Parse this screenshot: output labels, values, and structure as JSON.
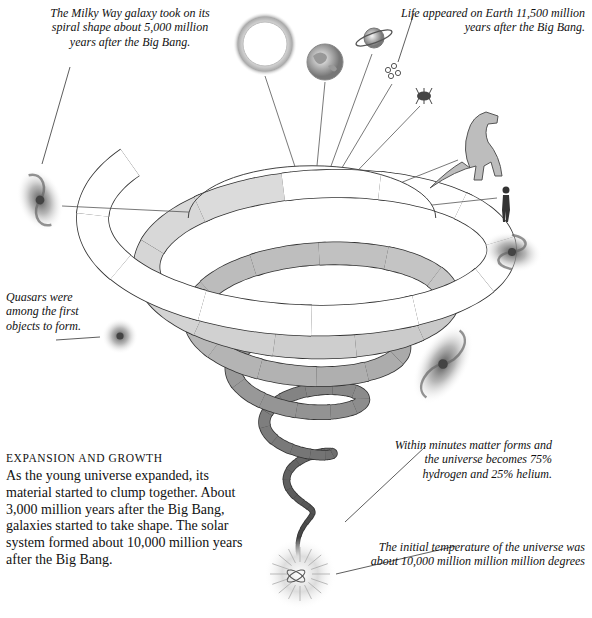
{
  "diagram": {
    "labels": [
      "The Milky Way galaxy took on its spiral shape about 5,000 million years after the Big Bang.",
      "Life appeared on Earth 11,500 million years after the Big Bang.",
      "Quasars were among the first objects to form.",
      "EXPANSION AND GROWTH",
      "As the young universe expanded, its material started to clump together. About 3,000 million years after the Big Bang, galaxies started to take shape. The solar system formed about 10,000 million years after the Big Bang.",
      "Within minutes matter forms and the universe becomes 75% hydrogen and 25% helium.",
      "The initial temperature of the universe was about 10,000 million million million degrees"
    ]
  }
}
